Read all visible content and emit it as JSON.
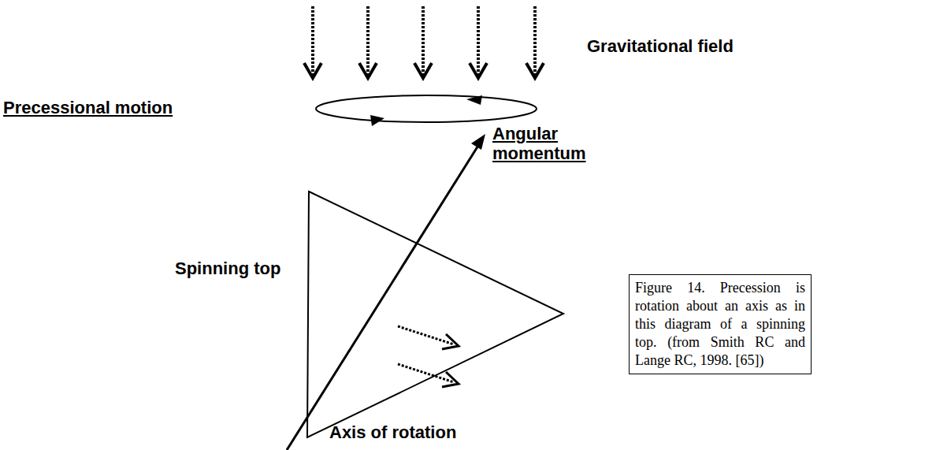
{
  "diagram": {
    "caption": "Figure 14. Precession is rotation about an axis as in this diagram of a spinning top. (from Smith RC and Lange RC, 1998. [65])",
    "labels": [
      "Gravitational field",
      "Precessional motion",
      "Angular momentum",
      "Spinning top",
      "Axis of rotation"
    ]
  }
}
